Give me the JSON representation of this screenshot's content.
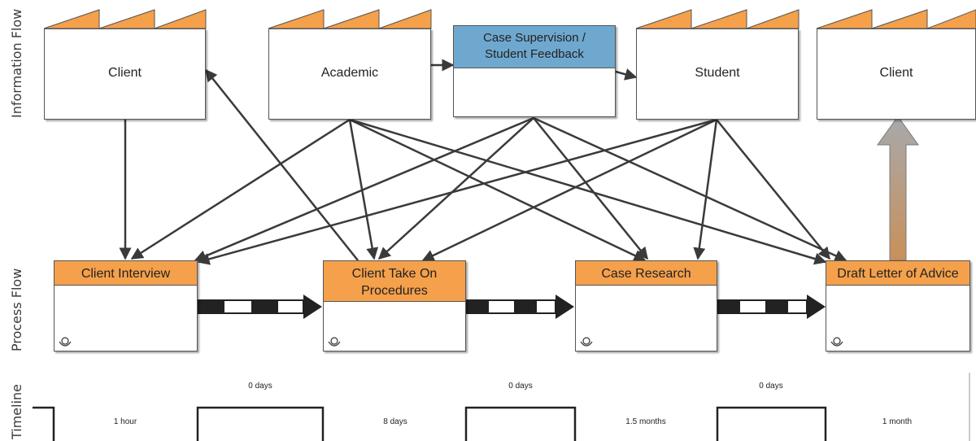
{
  "lanes": {
    "information_flow": "Information Flow",
    "process_flow": "Process Flow",
    "timeline": "Timeline"
  },
  "info_nodes": [
    {
      "id": "client_left",
      "label": "Client"
    },
    {
      "id": "academic",
      "label": "Academic"
    },
    {
      "id": "student",
      "label": "Student"
    },
    {
      "id": "client_right",
      "label": "Client"
    }
  ],
  "case_supervision": {
    "line1": "Case Supervision /",
    "line2": "Student Feedback"
  },
  "process_steps": [
    {
      "id": "client_interview",
      "line1": "Client Interview",
      "line2": ""
    },
    {
      "id": "client_take_on",
      "line1": "Client Take On",
      "line2": "Procedures"
    },
    {
      "id": "case_research",
      "line1": "Case Research",
      "line2": ""
    },
    {
      "id": "draft_letter",
      "line1": "Draft Letter of Advice",
      "line2": ""
    }
  ],
  "timeline": {
    "wait_times": [
      "0 days",
      "0 days",
      "0 days"
    ],
    "process_times": [
      "1 hour",
      "8 days",
      "1.5 months",
      "1 month"
    ]
  },
  "colors": {
    "process_header": "#f5a04b",
    "factory_roof": "#f5a04b",
    "case_header": "#6fa8cf",
    "arrow": "#3a3a3a",
    "push_arrow": "#222222",
    "shipment_arrow_top": "#a7a9ac",
    "shipment_arrow_bottom": "#c9905a"
  }
}
